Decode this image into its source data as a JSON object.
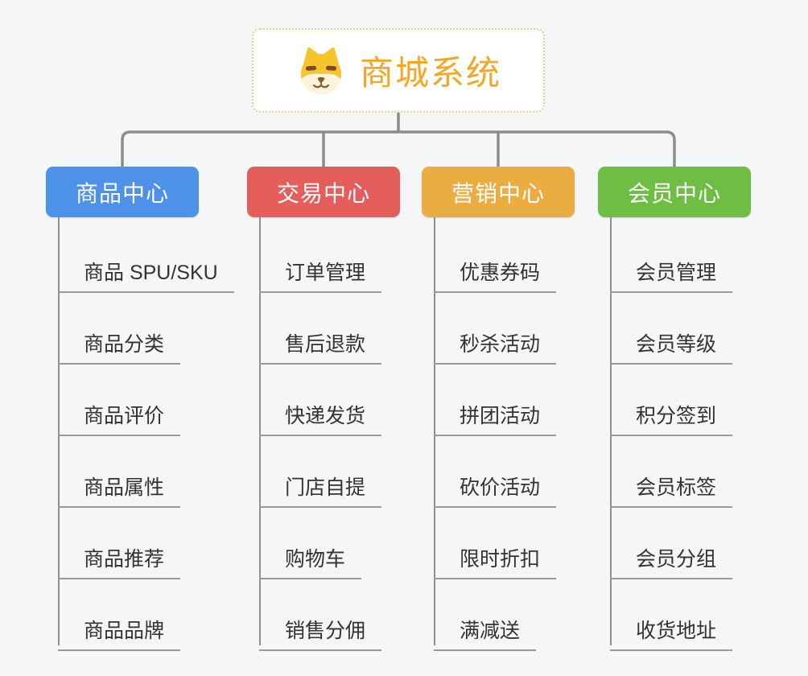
{
  "root": {
    "title": "商城系统",
    "icon": "dog-face"
  },
  "branches": [
    {
      "label": "商品中心",
      "color": "#4d91e8",
      "children": [
        "商品 SPU/SKU",
        "商品分类",
        "商品评价",
        "商品属性",
        "商品推荐",
        "商品品牌"
      ]
    },
    {
      "label": "交易中心",
      "color": "#e45f5b",
      "children": [
        "订单管理",
        "售后退款",
        "快递发货",
        "门店自提",
        "购物车",
        "销售分佣"
      ]
    },
    {
      "label": "营销中心",
      "color": "#ebad41",
      "children": [
        "优惠券码",
        "秒杀活动",
        "拼团活动",
        "砍价活动",
        "限时折扣",
        "满减送"
      ]
    },
    {
      "label": "会员中心",
      "color": "#6ebe44",
      "children": [
        "会员管理",
        "会员等级",
        "积分签到",
        "会员标签",
        "会员分组",
        "收货地址"
      ]
    }
  ],
  "theme": {
    "background": "#f5f6f7",
    "connector_color": "#8c8c8c",
    "leaf_underline_color": "#999999",
    "leaf_text_color": "#333333",
    "root_border_color": "#f6c87e",
    "root_text_color": "#f5a623"
  }
}
